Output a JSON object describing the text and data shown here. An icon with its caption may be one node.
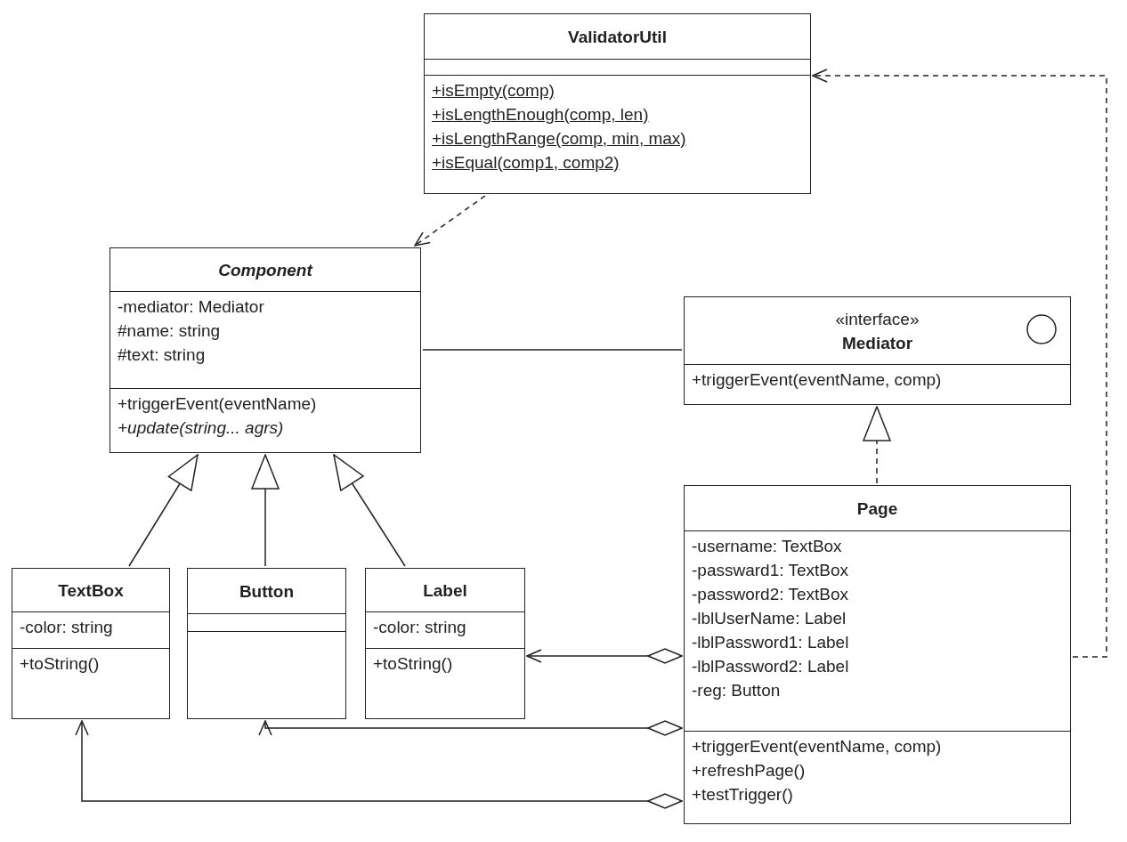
{
  "diagram": {
    "nodes": [
      {
        "text": [
          "ValidatorUtil",
          "+isEmpty(comp)",
          "+isLengthEnough(comp, len)",
          "+isLengthRange(comp, min, max)",
          "+isEqual(comp1, comp2)"
        ]
      },
      {
        "text": [
          "Component",
          "-mediator: Mediator",
          "#name: string",
          "#text: string",
          "+triggerEvent(eventName)",
          "+update(string... agrs)"
        ]
      },
      {
        "text": [
          "«interface»",
          "Mediator",
          "+triggerEvent(eventName, comp)"
        ]
      },
      {
        "text": [
          "TextBox",
          "-color: string",
          "+toString()"
        ]
      },
      {
        "text": [
          "Button"
        ]
      },
      {
        "text": [
          "Label",
          "-color: string",
          "+toString()"
        ]
      },
      {
        "text": [
          "Page",
          "-username: TextBox",
          "-passward1: TextBox",
          "-password2: TextBox",
          "-lblUserName: Label",
          "-lblPassword1: Label",
          "-lblPassword2: Label",
          "-reg: Button",
          "+triggerEvent(eventName, comp)",
          "+refreshPage()",
          "+testTrigger()"
        ]
      }
    ],
    "edges": [
      {
        "from": 0,
        "to": 1,
        "arrow": "to",
        "style": "dashed"
      },
      {
        "from": 1,
        "to": 2,
        "arrow": "none"
      },
      {
        "from": 3,
        "to": 1,
        "arrow": "to"
      },
      {
        "from": 4,
        "to": 1,
        "arrow": "to"
      },
      {
        "from": 5,
        "to": 1,
        "arrow": "to"
      },
      {
        "from": 6,
        "to": 2,
        "arrow": "to",
        "style": "dashed"
      },
      {
        "from": 6,
        "to": 5,
        "arrow": "to"
      },
      {
        "from": 6,
        "to": 4,
        "arrow": "to"
      },
      {
        "from": 6,
        "to": 3,
        "arrow": "to"
      },
      {
        "from": 6,
        "to": 0,
        "arrow": "to",
        "style": "dashed"
      }
    ]
  }
}
